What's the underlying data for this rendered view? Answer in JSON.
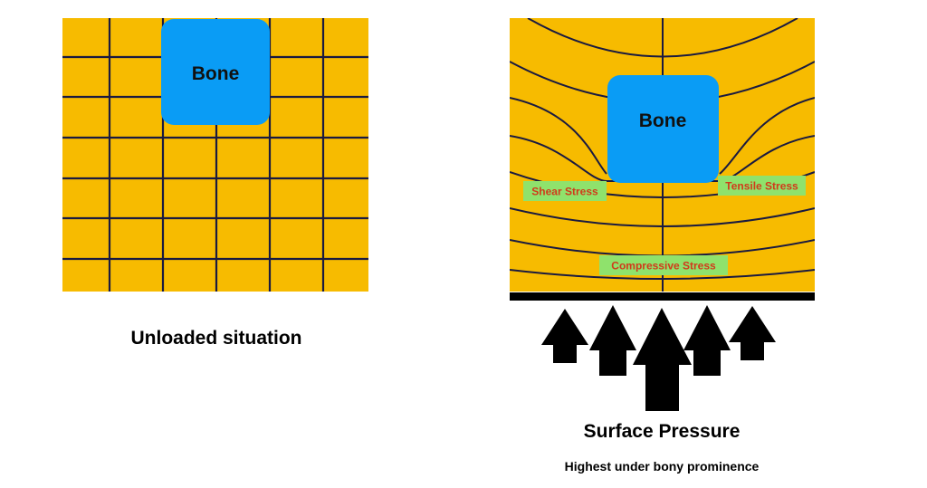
{
  "left_panel": {
    "bone_label": "Bone",
    "caption": "Unloaded situation"
  },
  "right_panel": {
    "bone_label": "Bone",
    "stress_labels": {
      "shear": "Shear Stress",
      "tensile": "Tensile Stress",
      "compressive": "Compressive Stress"
    },
    "pressure_title": "Surface Pressure",
    "pressure_subtitle": "Highest under bony prominence"
  },
  "colors": {
    "tissue": "#f7bb00",
    "bone": "#0a9cf5",
    "grid_line": "#1a1a40",
    "label_bg": "#8fe26c",
    "label_text": "#d13a1a",
    "arrow": "#000000"
  }
}
